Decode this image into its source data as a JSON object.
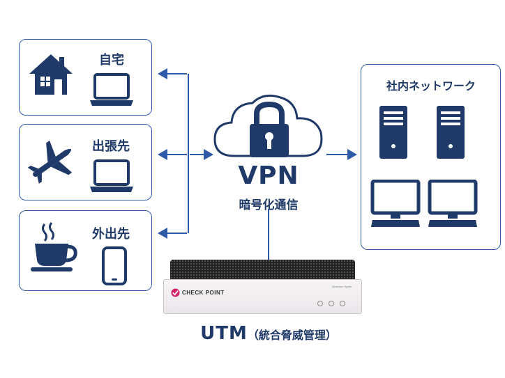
{
  "locations": [
    {
      "label": "自宅",
      "icon": "house-icon",
      "device": "laptop-icon"
    },
    {
      "label": "出張先",
      "icon": "airplane-icon",
      "device": "laptop-icon"
    },
    {
      "label": "外出先",
      "icon": "coffee-cup-icon",
      "device": "smartphone-icon"
    }
  ],
  "vpn": {
    "title": "VPN",
    "subtitle": "暗号化通信",
    "icon": "cloud-lock-icon"
  },
  "network": {
    "label": "社内ネットワーク",
    "icons": [
      "server-icon",
      "server-icon",
      "desktop-icon",
      "desktop-icon"
    ]
  },
  "utm": {
    "label": "UTM",
    "sublabel": "（統合脅威管理）",
    "brand": "CHECK POINT",
    "model": "Quantum Spark"
  },
  "colors": {
    "primary": "#1f3a68",
    "accent": "#2f5aa8",
    "brand": "#d0246a"
  }
}
